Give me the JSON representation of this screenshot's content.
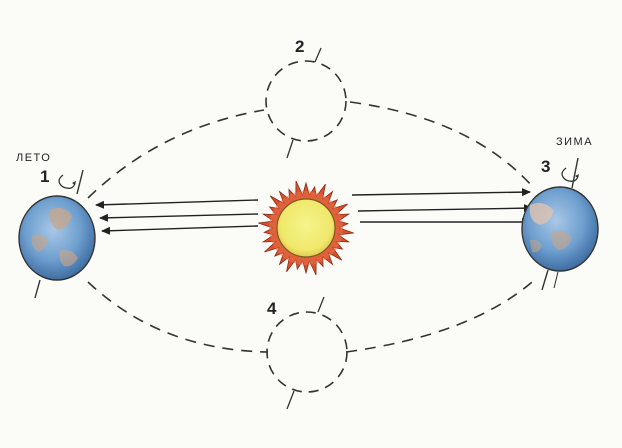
{
  "diagram": {
    "positions": [
      {
        "id": "1",
        "label": "1",
        "state": "earth-colored"
      },
      {
        "id": "2",
        "label": "2",
        "state": "outline-dashed"
      },
      {
        "id": "3",
        "label": "3",
        "state": "earth-colored"
      },
      {
        "id": "4",
        "label": "4",
        "state": "outline-dashed"
      }
    ],
    "seasons": {
      "left": "ЛЕТО",
      "right": "ЗИМА"
    },
    "colors": {
      "sun_core": "#f2ee7a",
      "sun_rays": "#d9502c",
      "earth_ocean": "#6e9fcf",
      "earth_land": "#c9a588",
      "orbit": "#333333",
      "background": "#fbfbf8"
    }
  }
}
